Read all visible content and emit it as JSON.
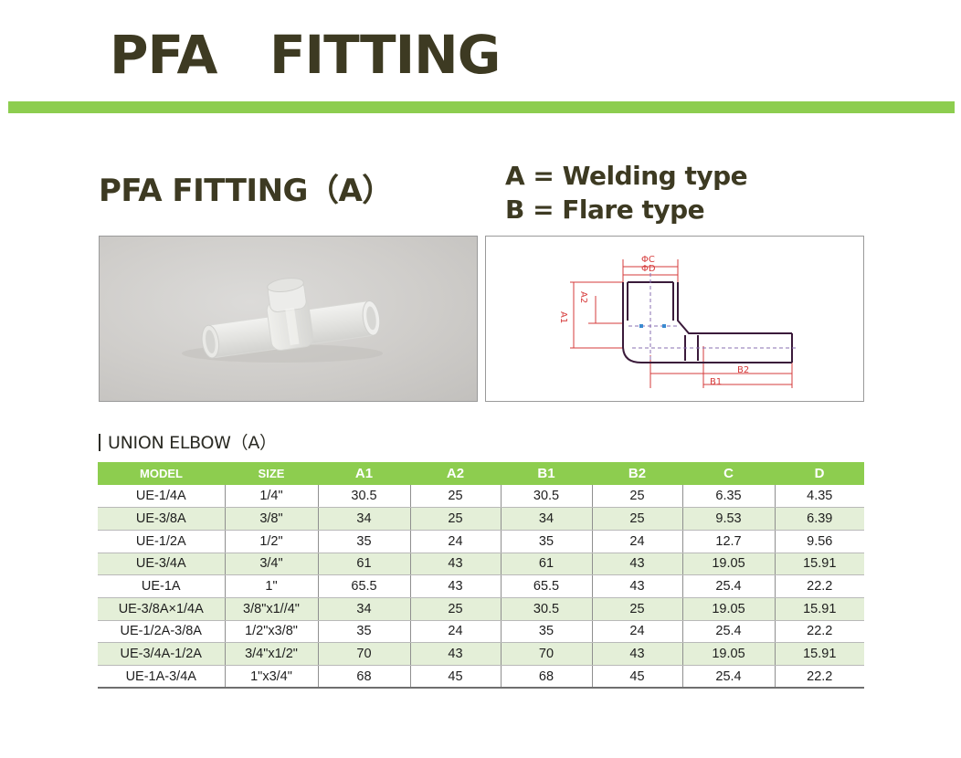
{
  "header": {
    "title": "PFA   FITTING"
  },
  "section": {
    "title": "PFA FITTING（A）",
    "legend": [
      "A = Welding type",
      "B = Flare type"
    ]
  },
  "drawing": {
    "labels": {
      "c": "ΦC",
      "d": "ΦD",
      "a1": "A1",
      "a2": "A2",
      "b1": "B1",
      "b2": "B2"
    }
  },
  "table_section": {
    "title": "UNION ELBOW（A）"
  },
  "table": {
    "headers": [
      "MODEL",
      "SIZE",
      "A1",
      "A2",
      "B1",
      "B2",
      "C",
      "D"
    ],
    "rows": [
      [
        "UE-1/4A",
        "1/4\"",
        "30.5",
        "25",
        "30.5",
        "25",
        "6.35",
        "4.35"
      ],
      [
        "UE-3/8A",
        "3/8\"",
        "34",
        "25",
        "34",
        "25",
        "9.53",
        "6.39"
      ],
      [
        "UE-1/2A",
        "1/2\"",
        "35",
        "24",
        "35",
        "24",
        "12.7",
        "9.56"
      ],
      [
        "UE-3/4A",
        "3/4\"",
        "61",
        "43",
        "61",
        "43",
        "19.05",
        "15.91"
      ],
      [
        "UE-1A",
        "1\"",
        "65.5",
        "43",
        "65.5",
        "43",
        "25.4",
        "22.2"
      ],
      [
        "UE-3/8A×1/4A",
        "3/8\"x1//4\"",
        "34",
        "25",
        "30.5",
        "25",
        "19.05",
        "15.91"
      ],
      [
        "UE-1/2A-3/8A",
        "1/2\"x3/8\"",
        "35",
        "24",
        "35",
        "24",
        "25.4",
        "22.2"
      ],
      [
        "UE-3/4A-1/2A",
        "3/4\"x1/2\"",
        "70",
        "43",
        "70",
        "43",
        "19.05",
        "15.91"
      ],
      [
        "UE-1A-3/4A",
        "1\"x3/4\"",
        "68",
        "45",
        "68",
        "45",
        "25.4",
        "22.2"
      ]
    ]
  },
  "colors": {
    "accent": "#8dcd4f",
    "row_alt": "#e4efd8",
    "title_text": "#3d3a22"
  }
}
